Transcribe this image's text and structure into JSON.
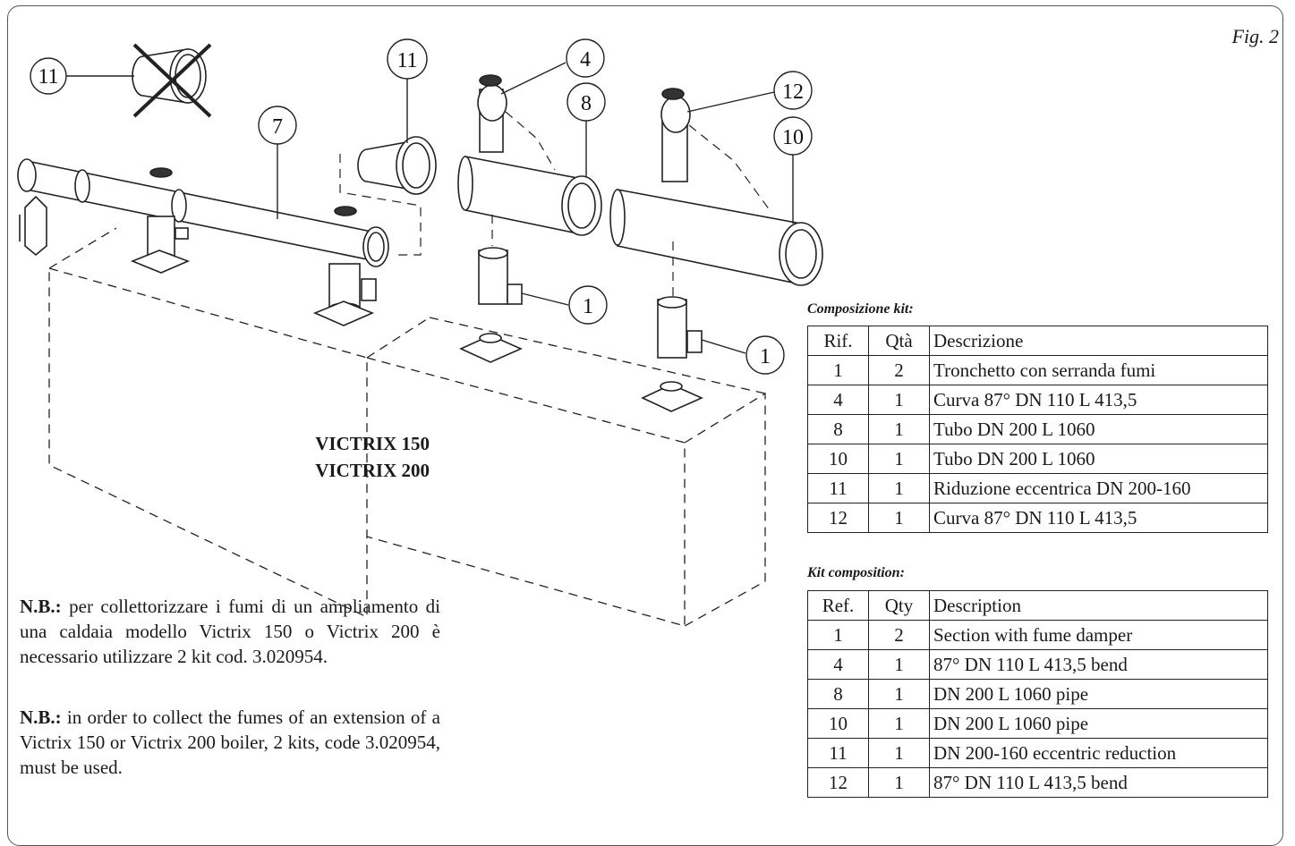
{
  "figure": {
    "label": "Fig. 2"
  },
  "callouts": [
    "11",
    "11",
    "7",
    "4",
    "8",
    "12",
    "10",
    "1",
    "1"
  ],
  "models": [
    "VICTRIX 150",
    "VICTRIX 200"
  ],
  "notes": [
    {
      "bold": "N.B.:",
      "text": " per collettorizzare i fumi di un ampliamento di una caldaia modello Victrix 150 o Victrix 200 è necessario utilizzare 2 kit cod. 3.020954."
    },
    {
      "bold": "N.B.:",
      "text": " in order to collect the fumes of an extension of a Victrix 150 or Victrix 200 boiler, 2 kits, code 3.020954, must be used."
    }
  ],
  "table_it": {
    "title": "Composizione kit:",
    "header": [
      "Rif.",
      "Qtà",
      "Descrizione"
    ],
    "rows": [
      [
        "1",
        "2",
        "Tronchetto con serranda fumi"
      ],
      [
        "4",
        "1",
        "Curva 87° DN 110 L 413,5"
      ],
      [
        "8",
        "1",
        "Tubo DN 200 L 1060"
      ],
      [
        "10",
        "1",
        "Tubo DN 200 L 1060"
      ],
      [
        "11",
        "1",
        "Riduzione eccentrica DN 200-160"
      ],
      [
        "12",
        "1",
        "Curva 87° DN 110 L 413,5"
      ]
    ]
  },
  "table_en": {
    "title": "Kit composition:",
    "header": [
      "Ref.",
      "Qty",
      "Description"
    ],
    "rows": [
      [
        "1",
        "2",
        "Section with fume damper"
      ],
      [
        "4",
        "1",
        "87° DN 110 L 413,5 bend"
      ],
      [
        "8",
        "1",
        "DN 200 L 1060 pipe"
      ],
      [
        "10",
        "1",
        "DN 200 L 1060 pipe"
      ],
      [
        "11",
        "1",
        "DN 200-160 eccentric reduction"
      ],
      [
        "12",
        "1",
        "87° DN 110 L 413,5 bend"
      ]
    ]
  }
}
